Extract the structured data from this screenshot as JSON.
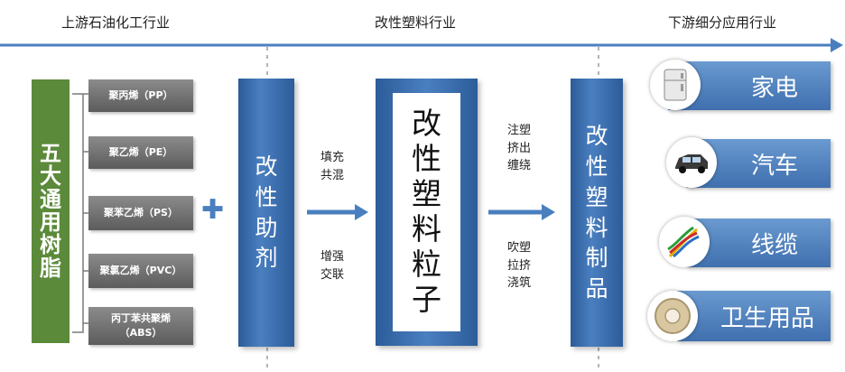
{
  "headers": {
    "upstream": "上游石油化工行业",
    "midstream": "改性塑料行业",
    "downstream": "下游细分应用行业"
  },
  "resin_title": [
    "五",
    "大",
    "通",
    "用",
    "树",
    "脂"
  ],
  "resins": [
    {
      "lines": [
        "聚丙烯（PP）"
      ]
    },
    {
      "lines": [
        "聚乙烯（PE）"
      ]
    },
    {
      "lines": [
        "聚苯乙烯（PS）"
      ]
    },
    {
      "lines": [
        "聚氯乙烯（PVC）"
      ]
    },
    {
      "lines": [
        "丙丁苯共聚烯",
        "（ABS）"
      ]
    }
  ],
  "plus_symbol": "✚",
  "additive": [
    "改",
    "性",
    "助",
    "剂"
  ],
  "process1": {
    "top": [
      "填充",
      "共混"
    ],
    "bottom": [
      "增强",
      "交联"
    ]
  },
  "granules": [
    "改",
    "性",
    "塑",
    "料",
    "粒",
    "子"
  ],
  "process2": {
    "top": [
      "注塑",
      "挤出",
      "缠绕"
    ],
    "bottom": [
      "吹塑",
      "拉挤",
      "浇筑"
    ]
  },
  "products": [
    "改",
    "性",
    "塑",
    "料",
    "制",
    "品"
  ],
  "applications": [
    {
      "label": "家电",
      "icon": "appliance-icon"
    },
    {
      "label": "汽车",
      "icon": "car-icon"
    },
    {
      "label": "线缆",
      "icon": "cable-icon"
    },
    {
      "label": "卫生用品",
      "icon": "tape-roll-icon"
    }
  ],
  "colors": {
    "green": "#5b8a3a",
    "blue": "#2f5f9e",
    "app_blue": "#5a8cc8",
    "arrow": "#4a7fbf"
  }
}
